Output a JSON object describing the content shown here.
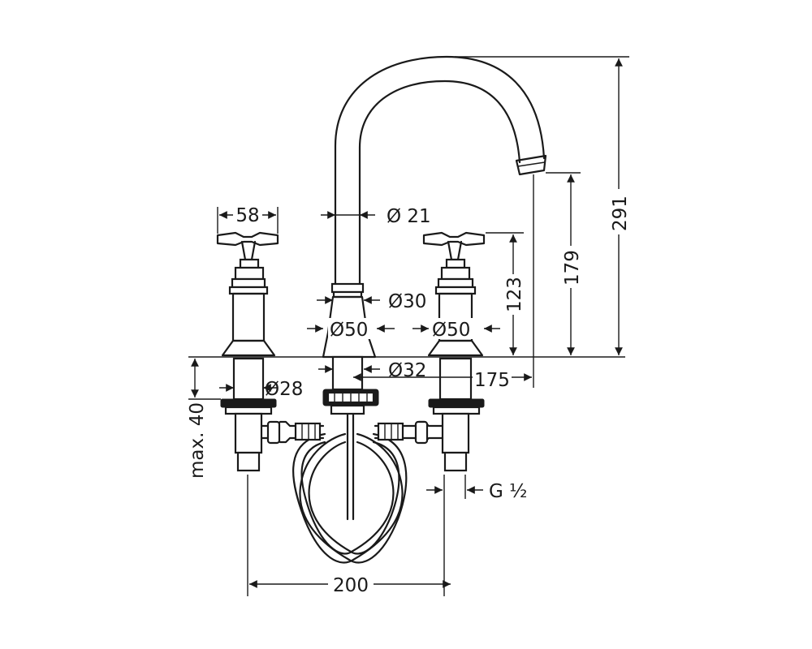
{
  "dimensions": {
    "d58": "58",
    "d21": "Ø 21",
    "d30": "Ø30",
    "d50_left": "Ø50",
    "d50_right": "Ø50",
    "d32": "Ø32",
    "d28": "Ø28",
    "d175": "175",
    "d123": "123",
    "d179": "179",
    "d291": "291",
    "dmax40": "max. 40",
    "dthread": "G ½",
    "d200": "200"
  }
}
